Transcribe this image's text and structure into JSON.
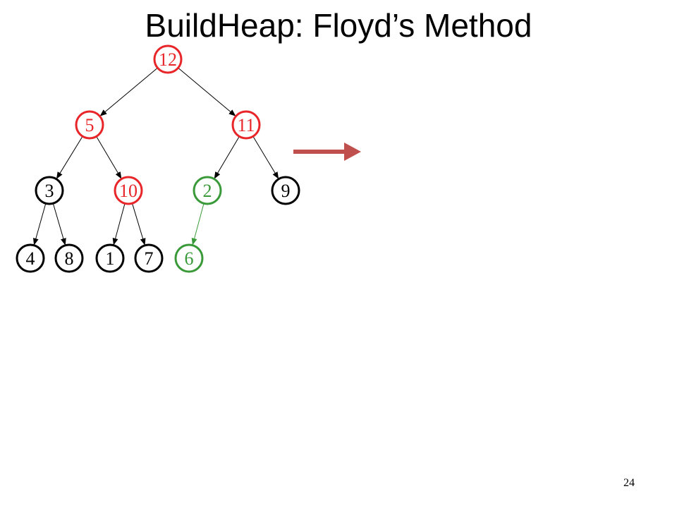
{
  "slide": {
    "title": "BuildHeap: Floyd’s Method",
    "page_number": "24"
  },
  "colors": {
    "processed": "#e8262a",
    "current": "#3a9a3a",
    "unprocessed": "#000000",
    "arrow": "#c0504d"
  },
  "heap": {
    "nodes": [
      {
        "id": "n1",
        "value": "12",
        "state": "processed"
      },
      {
        "id": "n2",
        "value": "5",
        "state": "processed"
      },
      {
        "id": "n3",
        "value": "11",
        "state": "processed"
      },
      {
        "id": "n4",
        "value": "3",
        "state": "unprocessed"
      },
      {
        "id": "n5",
        "value": "10",
        "state": "processed"
      },
      {
        "id": "n6",
        "value": "2",
        "state": "current"
      },
      {
        "id": "n7",
        "value": "9",
        "state": "unprocessed"
      },
      {
        "id": "n8",
        "value": "4",
        "state": "unprocessed"
      },
      {
        "id": "n9",
        "value": "8",
        "state": "unprocessed"
      },
      {
        "id": "n10",
        "value": "1",
        "state": "unprocessed"
      },
      {
        "id": "n11",
        "value": "7",
        "state": "unprocessed"
      },
      {
        "id": "n12",
        "value": "6",
        "state": "current"
      }
    ],
    "edges": [
      {
        "from": "n1",
        "to": "n2",
        "state": "unprocessed"
      },
      {
        "from": "n1",
        "to": "n3",
        "state": "unprocessed"
      },
      {
        "from": "n2",
        "to": "n4",
        "state": "unprocessed"
      },
      {
        "from": "n2",
        "to": "n5",
        "state": "unprocessed"
      },
      {
        "from": "n3",
        "to": "n6",
        "state": "unprocessed"
      },
      {
        "from": "n3",
        "to": "n7",
        "state": "unprocessed"
      },
      {
        "from": "n4",
        "to": "n8",
        "state": "unprocessed"
      },
      {
        "from": "n4",
        "to": "n9",
        "state": "unprocessed"
      },
      {
        "from": "n5",
        "to": "n10",
        "state": "unprocessed"
      },
      {
        "from": "n5",
        "to": "n11",
        "state": "unprocessed"
      },
      {
        "from": "n6",
        "to": "n12",
        "state": "current"
      }
    ]
  }
}
